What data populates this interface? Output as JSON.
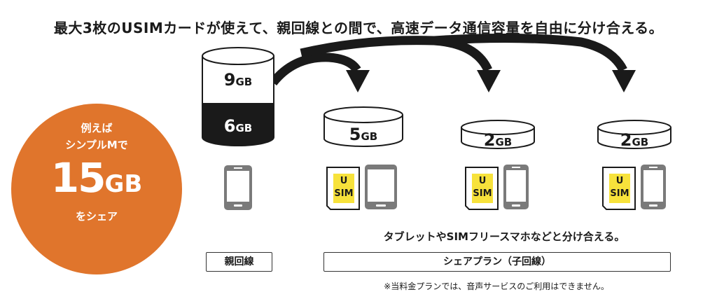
{
  "headline": "最大3枚のUSIMカードが使えて、親回線との間で、高速データ通信容量を自由に分け合える。",
  "badge": {
    "line1": "例えば",
    "line2": "シンプルMで",
    "amount": "15",
    "unit": "GB",
    "line3": "をシェア"
  },
  "parent": {
    "top_amount": "9",
    "bottom_amount": "6",
    "unit": "GB",
    "label": "親回線"
  },
  "children": [
    {
      "amount": "5",
      "unit": "GB",
      "sim_line1": "U",
      "sim_line2": "SIM",
      "device": "tablet"
    },
    {
      "amount": "2",
      "unit": "GB",
      "sim_line1": "U",
      "sim_line2": "SIM",
      "device": "smartphone"
    },
    {
      "amount": "2",
      "unit": "GB",
      "sim_line1": "U",
      "sim_line2": "SIM",
      "device": "smartphone"
    }
  ],
  "share_note": "タブレットやSIMフリースマホなどと分け合える。",
  "share_label": "シェアプラン（子回線）",
  "footnote": "※当料金プランでは、音声サービスのご利用はできません。",
  "colors": {
    "accent": "#e0752c",
    "sim": "#f7e23b",
    "dark": "#1a1a1a"
  }
}
